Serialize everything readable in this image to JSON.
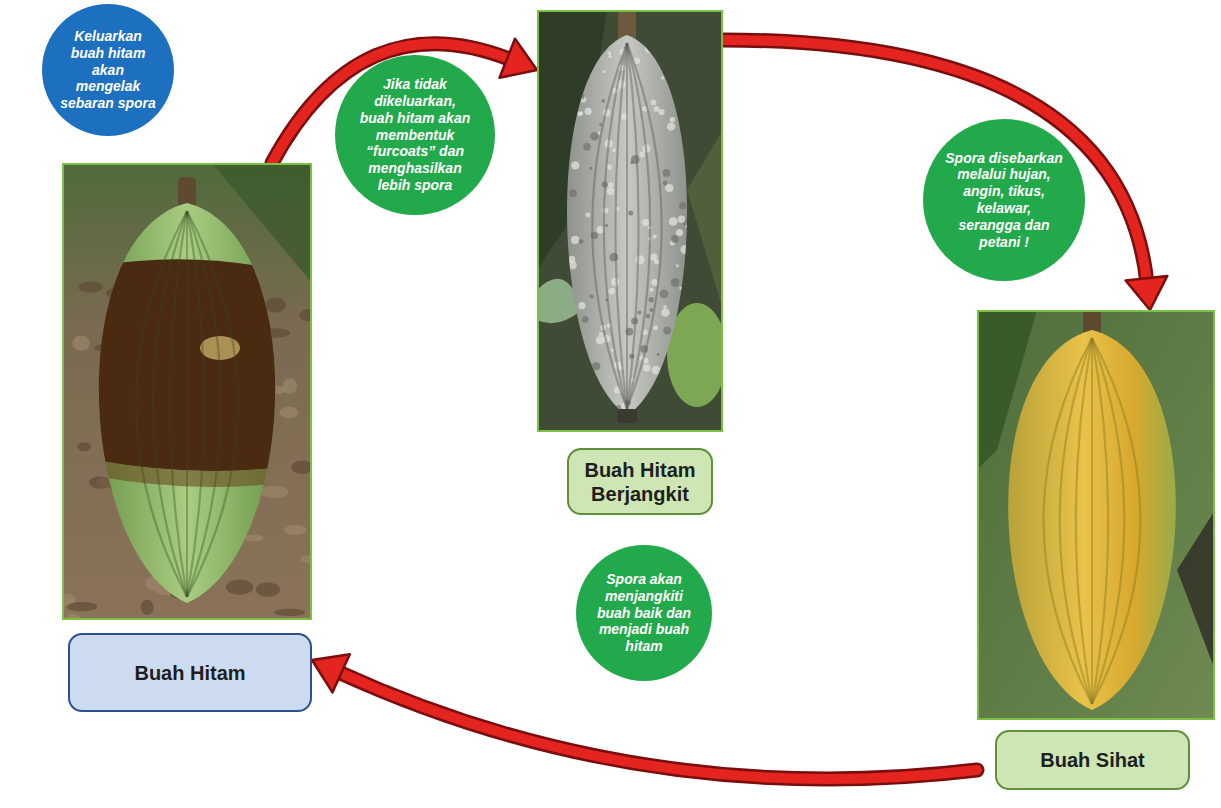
{
  "diagram": {
    "nodes": [
      {
        "text": [
          "Keluarkan buah hitam akan mengelak sebaran spora"
        ]
      },
      {
        "text": [
          "Jika tidak dikeluarkan, buah hitam akan membentuk “furcoats” dan menghasilkan lebih spora"
        ]
      },
      {
        "text": [
          "Buah Hitam Berjangkit"
        ]
      },
      {
        "text": [
          "Spora disebarkan melalui hujan, angin, tikus, kelawar, serangga dan petani !"
        ]
      },
      {
        "text": [
          "Buah Hitam"
        ]
      },
      {
        "text": [
          "Spora akan menjangkiti buah baik dan menjadi buah hitam"
        ]
      },
      {
        "text": [
          "Buah Sihat"
        ]
      }
    ],
    "edges": [
      {
        "from": 4,
        "to": 2,
        "arrow": "to"
      },
      {
        "from": 2,
        "to": 6,
        "arrow": "to"
      },
      {
        "from": 6,
        "to": 4,
        "arrow": "to"
      }
    ]
  }
}
